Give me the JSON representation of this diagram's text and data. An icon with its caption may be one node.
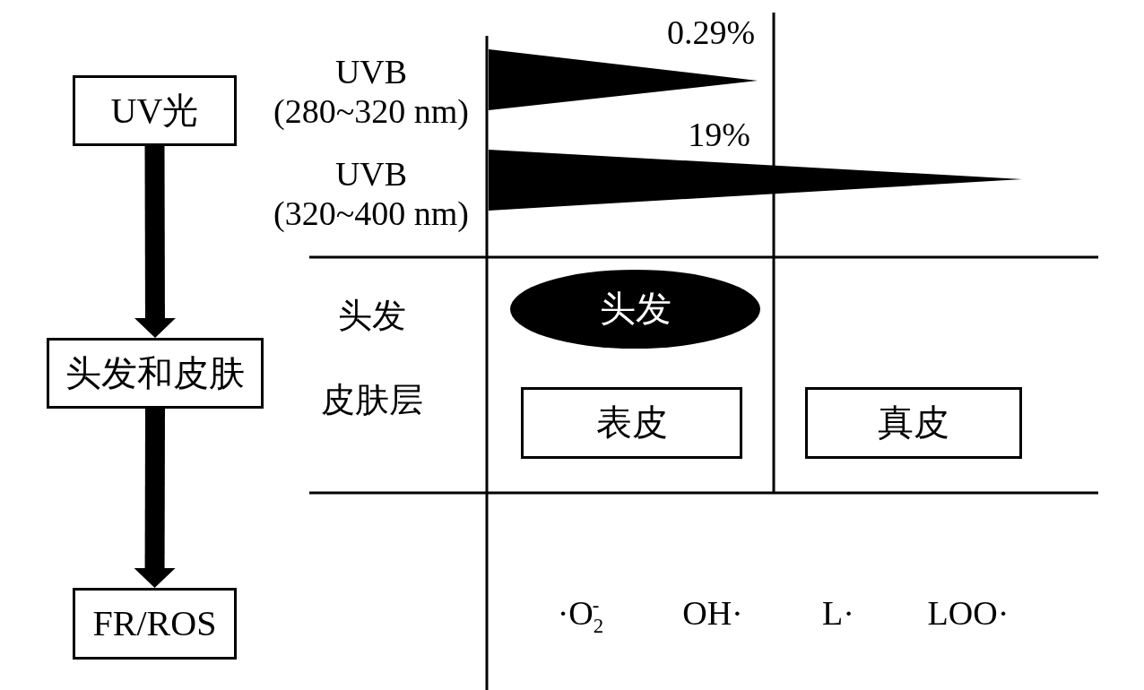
{
  "diagram": {
    "nodes": [
      {
        "text": [
          "UV光"
        ]
      },
      {
        "text": [
          "头发和皮肤"
        ]
      },
      {
        "text": [
          "FR/ROS"
        ]
      },
      {
        "text": [
          "头发"
        ]
      },
      {
        "text": [
          "表皮"
        ]
      },
      {
        "text": [
          "真皮"
        ]
      }
    ],
    "edges": [
      {
        "from": 0,
        "to": 1,
        "arrow": "to"
      },
      {
        "from": 1,
        "to": 2,
        "arrow": "to"
      }
    ],
    "labels": [
      "0.29%",
      "UVB (280~320 nm)",
      "19%",
      "UVB (320~400 nm)",
      "头发",
      "皮肤层",
      "·O$_{2}$$^{-}$",
      "OH·",
      "L·",
      "LOO·"
    ]
  }
}
